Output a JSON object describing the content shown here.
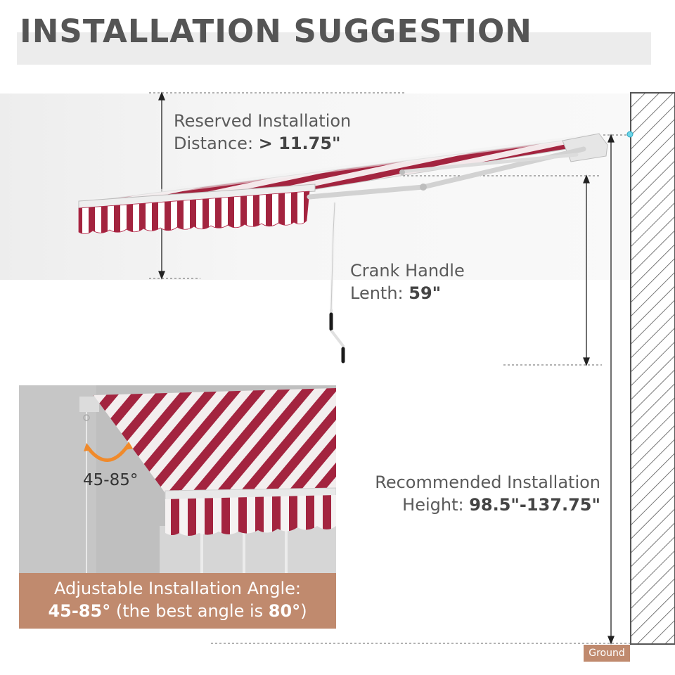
{
  "title": "INSTALLATION SUGGESTION",
  "reserved": {
    "line1": "Reserved Installation",
    "line2_prefix": "Distance: ",
    "value": "> 11.75\""
  },
  "crank": {
    "line1": "Crank Handle",
    "line2_prefix": "Lenth: ",
    "value": "59\""
  },
  "height": {
    "line1": "Recommended Installation",
    "line2_prefix": "Height: ",
    "value": "98.5\"-137.75\""
  },
  "angle": {
    "range_label": "45-85°",
    "caption_line1": "Adjustable Installation Angle:",
    "caption_range": "45-85°",
    "caption_middle": " (the best angle is ",
    "caption_best": "80°",
    "caption_end": ")"
  },
  "ground": "Ground",
  "colors": {
    "stripe": "#a3243f",
    "accent_badge": "#c08a6e",
    "angle_arc": "#f08a2b",
    "wall_hatch": "#555555"
  }
}
